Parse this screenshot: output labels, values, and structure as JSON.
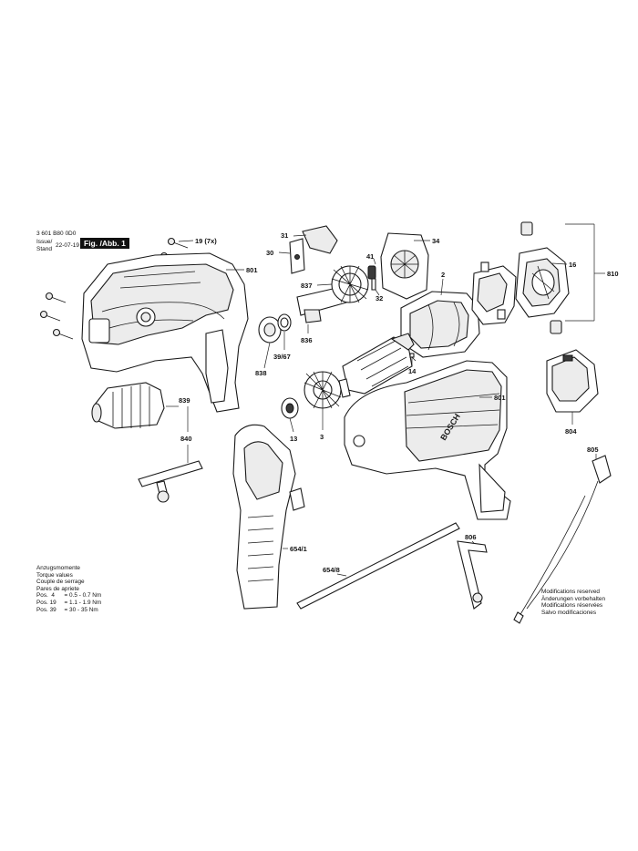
{
  "header": {
    "part_number": "3 601 B80 0D0",
    "issue_label": "Issue/",
    "stand_label": "Stand",
    "date": "22-07-19",
    "figure_label": "Fig. /Abb. 1"
  },
  "torque": {
    "titles": [
      "Anzugsmomente",
      "Torque values",
      "Couple de serrage",
      "Pares de apriete"
    ],
    "rows": [
      "Pos.  4      = 0.5 - 0.7 Nm",
      "Pos. 19     = 1.1 - 1.9 Nm",
      "Pos. 39     = 30 - 35 Nm"
    ]
  },
  "modifications": [
    "Modifications reserved",
    "Änderungen vorbehalten",
    "Modifications réservées",
    "Salvo modificaciones"
  ],
  "parts": {
    "p19": "19 (7x)",
    "p801a": "801",
    "p31": "31",
    "p30": "30",
    "p837": "837",
    "p836": "836",
    "p3967": "39/67",
    "p838": "838",
    "p34": "34",
    "p41": "41",
    "p32": "32",
    "p2": "2",
    "p16": "16",
    "p810": "810",
    "p14": "14",
    "p3": "3",
    "p13": "13",
    "p839": "839",
    "p840": "840",
    "p801b": "801",
    "p804": "804",
    "p805": "805",
    "p6541": "654/1",
    "p6548": "654/8",
    "p806": "806"
  },
  "brand": "BOSCH"
}
